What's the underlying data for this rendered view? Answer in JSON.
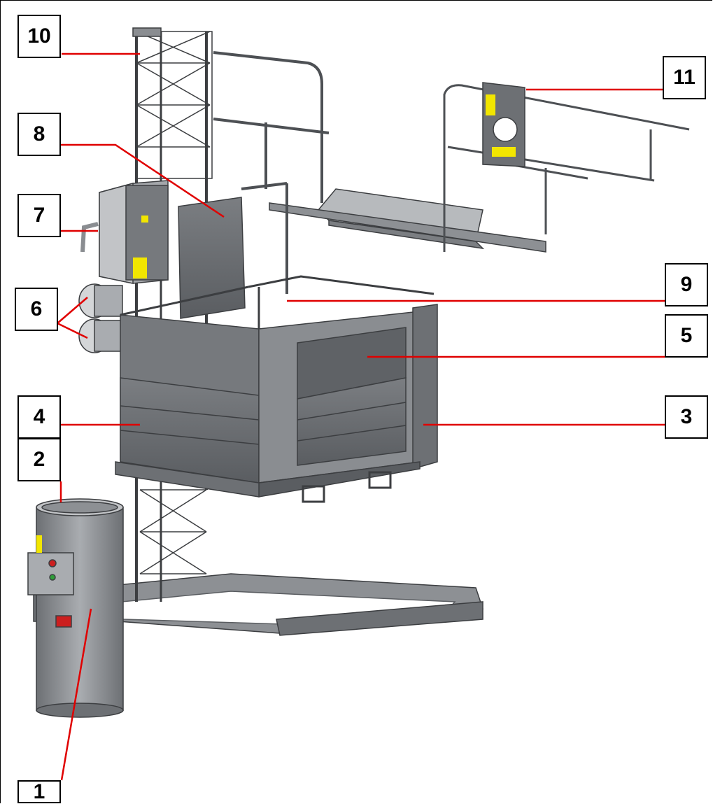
{
  "callouts": {
    "c1": "1",
    "c2": "2",
    "c3": "3",
    "c4": "4",
    "c5": "5",
    "c6": "6",
    "c7": "7",
    "c8": "8",
    "c9": "9",
    "c10": "10",
    "c11": "11"
  },
  "colors": {
    "leader_line": "#e00000",
    "steel": "#8a8d91",
    "steel_dark": "#55585c",
    "warning_label": "#f2e600"
  }
}
